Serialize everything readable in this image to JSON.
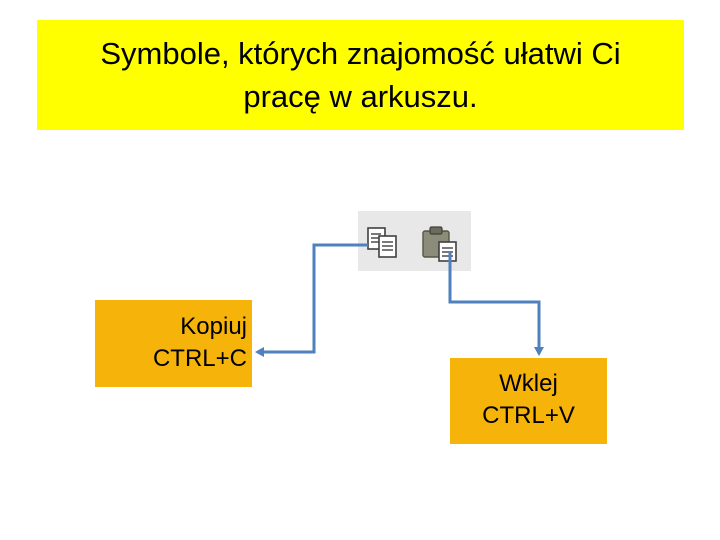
{
  "slide": {
    "title_line1": "Symbole, których znajomość ułatwi Ci",
    "title_line2": "pracę w arkuszu."
  },
  "toolbar": {
    "icons": [
      "copy-icon",
      "paste-icon"
    ]
  },
  "copy_box": {
    "label": "Kopiuj",
    "shortcut": "CTRL+C"
  },
  "paste_box": {
    "label": "Wklej",
    "shortcut": "CTRL+V"
  },
  "colors": {
    "title_background": "#ffff00",
    "box_background": "#f6b40a",
    "connector": "#4f81bd",
    "toolbar_background": "#e8e8e8"
  }
}
